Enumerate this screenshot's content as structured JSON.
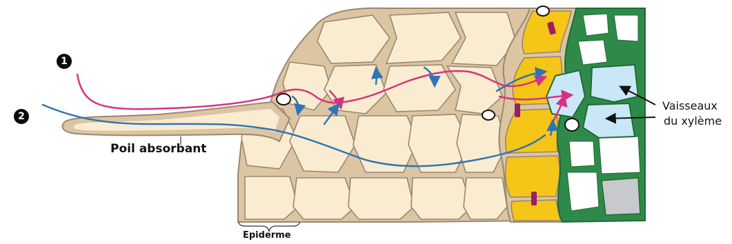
{
  "labels": {
    "root_hair": "Poil absorbant",
    "epidermis": "Epiderme",
    "xylem_line1": "Vaisseaux",
    "xylem_line2": "du xylème"
  },
  "pathways": [
    {
      "number": "1",
      "color": "#d8317f"
    },
    {
      "number": "2",
      "color": "#2f74b5"
    }
  ],
  "colors": {
    "cortex_cell_fill": "#faecd0",
    "cell_wall": "#dcc5a2",
    "cell_outline": "#9a8670",
    "endodermis_fill": "#f5c518",
    "casparian_strip": "#9b2060",
    "xylem_wall": "#2f8a4a",
    "xylem_lumen": "#c9e7f6",
    "grey_cell": "#c7c9cc"
  },
  "icons": [
    "arrow-icon",
    "water-droplet-icon",
    "casparian-strip-icon"
  ]
}
